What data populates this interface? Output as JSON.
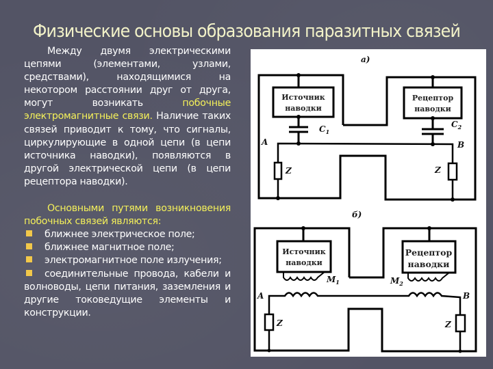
{
  "slide": {
    "title": "Физические основы образования паразитных связей",
    "colors": {
      "background": "#535465",
      "title": "#f2f2c8",
      "body_text": "#ffffff",
      "highlight": "#f4f05a",
      "bullet": "#f2c84a",
      "diagram_bg": "#ffffff",
      "diagram_line": "#000000"
    }
  },
  "text": {
    "para1": {
      "part1": "Между двумя электрическими цепями (элементами, узлами, средствами), находящимися на некотором расстоянии друг от друга, могут возникать ",
      "highlight": "побочные электромагнитные связи.",
      "part2": " Наличие таких связей приводит к тому, что сигналы, циркулирующие в одной цепи (в цепи источника наводки), появляются в другой электрической цепи (в цепи рецептора наводки)."
    },
    "para2": {
      "intro": "Основными путями возникновения побочных связей являются:",
      "bullets": [
        "ближнее электрическое поле;",
        "ближнее магнитное поле;",
        "электромагнитное поле излучения;",
        "соединительные провода, кабели и волноводы, цепи питания, заземления и другие токоведущие элементы и конструкции."
      ]
    }
  },
  "diagrams": {
    "a": {
      "caption": "а)",
      "source_box": [
        "Источник",
        "наводки"
      ],
      "receptor_box": [
        "Рецептор",
        "наводки"
      ],
      "cap1": "C",
      "cap1_sub": "1",
      "cap2": "C",
      "cap2_sub": "2",
      "node_a": "A",
      "node_b": "B",
      "z_left": "Z",
      "z_right": "Z"
    },
    "b": {
      "caption": "б)",
      "source_box": [
        "Источник",
        "наводки"
      ],
      "receptor_box": [
        "Рецептор",
        "наводки"
      ],
      "m1": "M",
      "m1_sub": "1",
      "m2": "M",
      "m2_sub": "2",
      "node_a": "A",
      "node_b": "B",
      "z_left": "Z",
      "z_right": "Z"
    }
  }
}
